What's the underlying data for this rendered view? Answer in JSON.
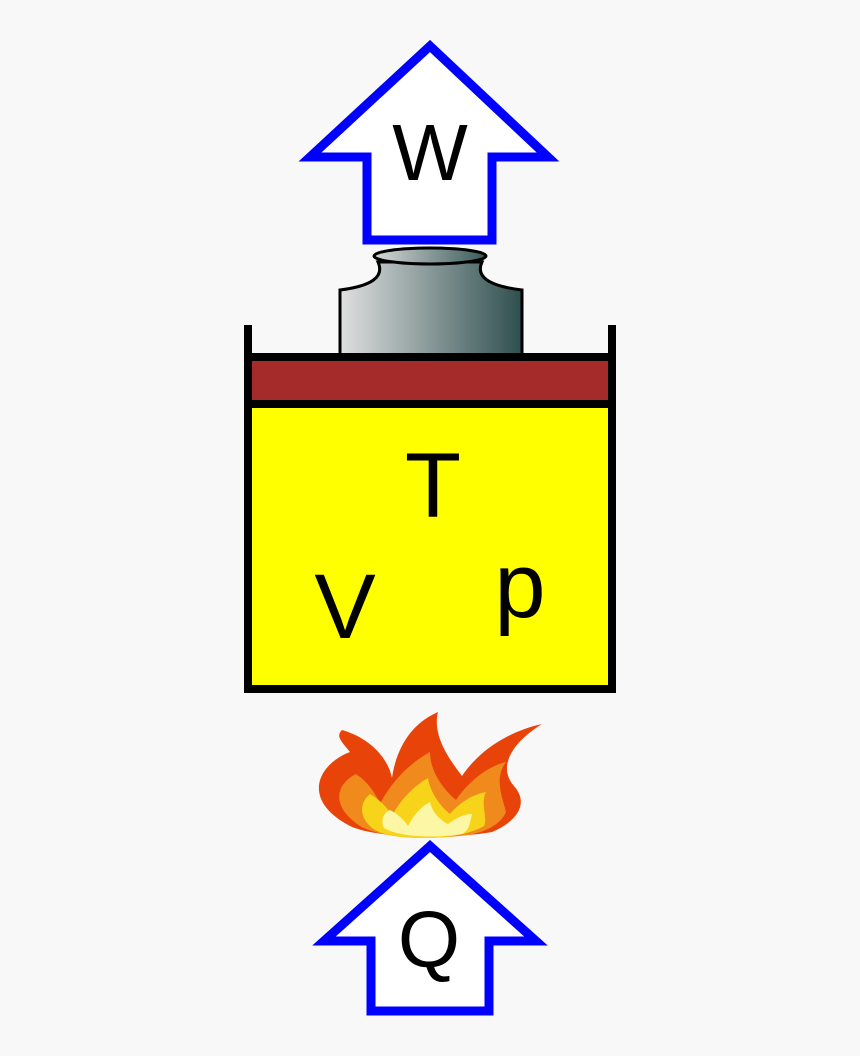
{
  "colors": {
    "background": "#f8f8f8",
    "arrow_stroke": "#0000ff",
    "arrow_fill": "#ffffff",
    "gas_fill": "#ffff00",
    "piston_fill": "#a52a2a",
    "outline": "#000000",
    "flame_outer": "#e8440a",
    "flame_mid": "#f08a1c",
    "flame_inner": "#f7d31a",
    "flame_core": "#fbf7a4",
    "weight_light": "#e0e0e0",
    "weight_dark": "#2f4f4f"
  },
  "labels": {
    "work": "W",
    "temperature": "T",
    "volume": "V",
    "pressure": "p",
    "heat": "Q"
  },
  "icons": {
    "work_arrow": "up-arrow-icon",
    "heat_arrow": "up-arrow-icon",
    "flame": "flame-icon",
    "weight": "weight-icon"
  }
}
